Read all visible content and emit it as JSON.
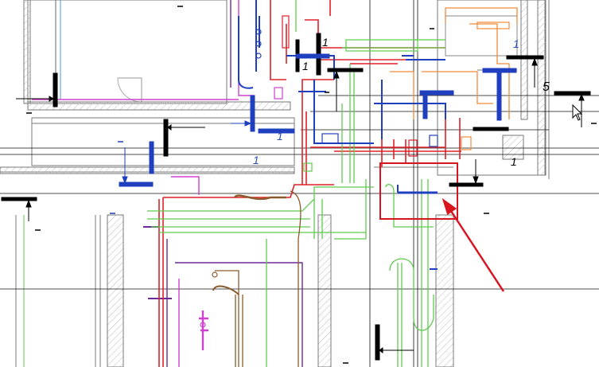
{
  "labels": {
    "one_a": "1",
    "one_b": "1",
    "one_c": "1",
    "one_d": "1",
    "one_e": "1",
    "one_f": "1",
    "five": "5"
  },
  "colors": {
    "background": "#ffffff",
    "wall": "#7a7a7a",
    "hatch": "#b8b8b8",
    "section_mark": "#000000",
    "label_blue": "#2a4fb0",
    "duct_blue": "#1f3fbf",
    "pipe_red": "#e0202a",
    "pipe_green": "#5ecb4e",
    "pipe_magenta": "#d040d0",
    "pipe_orange": "#f08a3a",
    "pipe_brown": "#8a5a2a",
    "pipe_purple": "#6a2a9a",
    "highlight_box": "#d8141e",
    "pointer_arrow": "#d8141e"
  },
  "icons": {
    "cursor": "mouse-pointer-icon"
  }
}
